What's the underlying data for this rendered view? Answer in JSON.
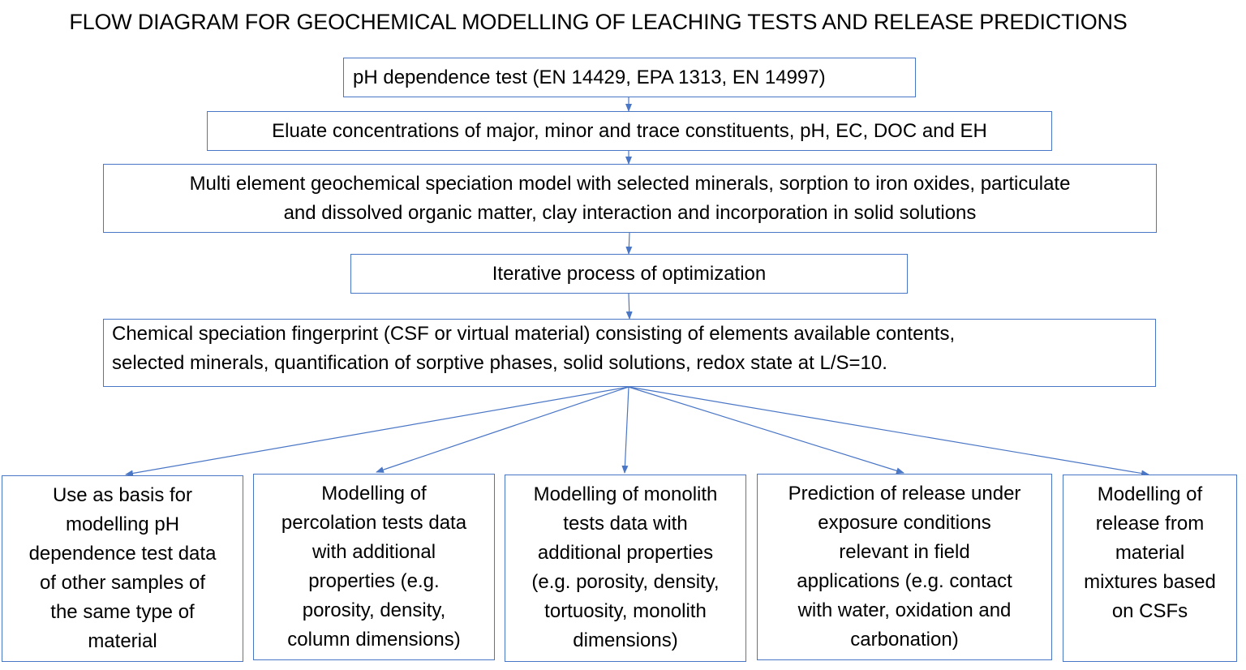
{
  "title": "FLOW DIAGRAM FOR GEOCHEMICAL MODELLING OF LEACHING TESTS AND RELEASE PREDICTIONS",
  "colors": {
    "box_border": "#4a76c6",
    "arrow": "#4a76c6",
    "text": "#000000",
    "background": "#ffffff"
  },
  "steps": [
    {
      "id": "ph-test",
      "text": "pH dependence test (EN 14429, EPA 1313, EN 14997)"
    },
    {
      "id": "eluate",
      "text": "Eluate concentrations of major, minor and trace constituents, pH, EC, DOC and EH"
    },
    {
      "id": "model",
      "lines": [
        "Multi element geochemical speciation model with selected minerals, sorption to iron oxides, particulate",
        "and dissolved organic matter, clay interaction and incorporation in solid solutions"
      ]
    },
    {
      "id": "optimization",
      "text": "Iterative process of optimization"
    },
    {
      "id": "csf",
      "lines": [
        "Chemical speciation fingerprint (CSF or virtual material) consisting of elements available contents,",
        "selected minerals, quantification of sorptive phases, solid solutions, redox state at L/S=10."
      ]
    }
  ],
  "outputs": [
    {
      "id": "basis-ph",
      "lines": [
        "Use as basis for",
        "modelling pH",
        "dependence test data",
        "of other samples of",
        "the same type of",
        "material"
      ]
    },
    {
      "id": "percolation",
      "lines": [
        "Modelling of",
        "percolation tests data",
        "with additional",
        "properties (e.g.",
        "porosity, density,",
        "column dimensions)"
      ]
    },
    {
      "id": "monolith",
      "lines": [
        "Modelling of monolith",
        "tests data with",
        "additional properties",
        "(e.g. porosity, density,",
        "tortuosity, monolith",
        "dimensions)"
      ]
    },
    {
      "id": "field-release",
      "lines": [
        "Prediction of release under",
        "exposure conditions",
        "relevant in field",
        "applications (e.g. contact",
        "with water, oxidation and",
        "carbonation)"
      ]
    },
    {
      "id": "mixtures",
      "lines": [
        "Modelling of",
        "release from",
        "material",
        "mixtures based",
        "on CSFs"
      ]
    }
  ],
  "arrows": [
    {
      "from": "ph-test",
      "to": "eluate"
    },
    {
      "from": "eluate",
      "to": "model"
    },
    {
      "from": "model",
      "to": "optimization"
    },
    {
      "from": "optimization",
      "to": "csf"
    },
    {
      "from": "csf",
      "to": "basis-ph"
    },
    {
      "from": "csf",
      "to": "percolation"
    },
    {
      "from": "csf",
      "to": "monolith"
    },
    {
      "from": "csf",
      "to": "field-release"
    },
    {
      "from": "csf",
      "to": "mixtures"
    }
  ]
}
